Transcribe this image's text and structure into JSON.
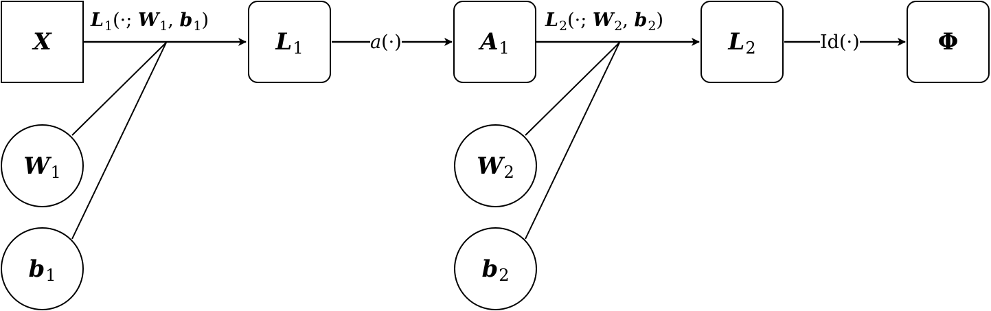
{
  "nodes": {
    "x": {
      "main": "X",
      "sub": ""
    },
    "l1": {
      "main": "L",
      "sub": "1"
    },
    "a1": {
      "main": "A",
      "sub": "1"
    },
    "l2": {
      "main": "L",
      "sub": "2"
    },
    "phi": {
      "main": "Φ",
      "sub": ""
    },
    "w1": {
      "main": "W",
      "sub": "1"
    },
    "b1": {
      "main": "b",
      "sub": "1"
    },
    "w2": {
      "main": "W",
      "sub": "2"
    },
    "b2": {
      "main": "b",
      "sub": "2"
    }
  },
  "edges": {
    "layer1": {
      "fn": "L",
      "fn_sub": "1",
      "open": "(·; ",
      "w": "W",
      "w_sub": "1",
      "comma": ", ",
      "b": "b",
      "b_sub": "1",
      "close": ")"
    },
    "layer2": {
      "fn": "L",
      "fn_sub": "2",
      "open": "(·; ",
      "w": "W",
      "w_sub": "2",
      "comma": ", ",
      "b": "b",
      "b_sub": "2",
      "close": ")"
    },
    "activation": {
      "fn": "a",
      "arg": "(·)"
    },
    "identity": {
      "fn": "Id",
      "arg": "(·)"
    }
  }
}
